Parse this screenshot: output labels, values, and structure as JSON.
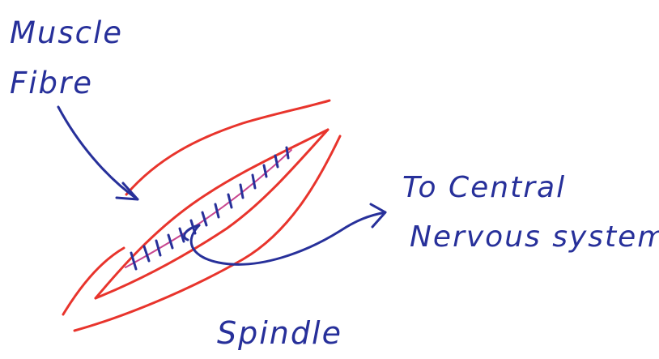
{
  "labels": {
    "muscle_line1": "Muscle",
    "muscle_line2": "Fibre",
    "cns_line1": "To Central",
    "cns_line2": "Nervous system",
    "spindle": "Spindle"
  },
  "colors": {
    "fibre": "#e8342c",
    "ink": "#27309a",
    "spindle_axis": "#c8478f"
  },
  "icons": {
    "muscle_pointer": "arrow-icon",
    "nerve_path": "arrow-icon"
  }
}
